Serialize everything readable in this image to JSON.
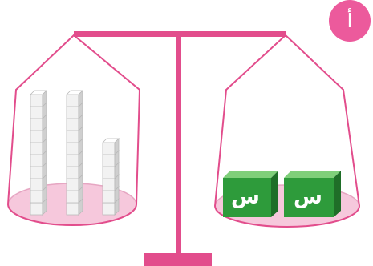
{
  "badge": {
    "label": "أ",
    "color": "#ec5a9c"
  },
  "balance": {
    "frame_color": "#e24d8c",
    "pan_color": "#f6c8dc",
    "pan_edge_color": "#e6a6c2"
  },
  "left_pan": {
    "unit_cube_color": "#f2f2f2",
    "columns": [
      {
        "cubes": 10
      },
      {
        "cubes": 10
      },
      {
        "cubes": 6
      }
    ]
  },
  "right_pan": {
    "variable_cube_color": "#2e9b3b",
    "cubes": [
      {
        "label": "س"
      },
      {
        "label": "س"
      }
    ]
  }
}
